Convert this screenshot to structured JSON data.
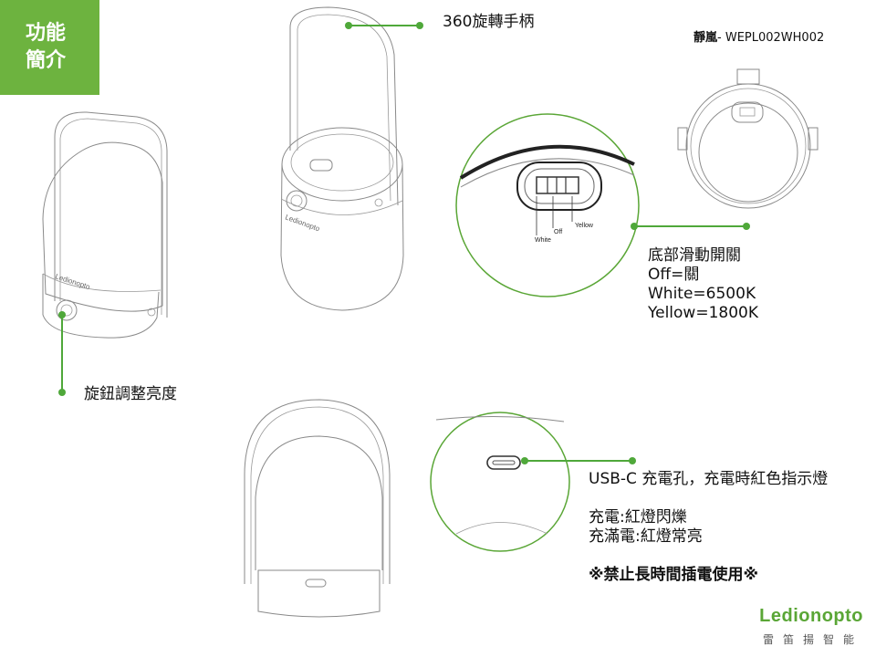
{
  "badge": {
    "line1": "功能",
    "line2": "簡介"
  },
  "model": {
    "name": "靜嵐",
    "code": "- WEPL002WH002"
  },
  "callouts": {
    "handle": "360旋轉手柄",
    "knob": "旋鈕調整亮度",
    "switch_lines": [
      "底部滑動開關",
      "Off=關",
      "White=6500K",
      "Yellow=1800K"
    ],
    "usb_title": "USB-C 充電孔，充電時紅色指示燈",
    "usb_charging": "充電:紅燈閃爍",
    "usb_full": "充滿電:紅燈常亮",
    "usb_warning": "※禁止長時間插電使用※"
  },
  "switch_detail": {
    "white": "White",
    "off": "Off",
    "yellow": "Yellow"
  },
  "lamp_logo": "Ledionopto",
  "brand": {
    "name": "Ledionopto",
    "subtitle": "雷笛揚智能"
  },
  "colors": {
    "accent": "#6db33f",
    "leader": "#4fa83a"
  }
}
